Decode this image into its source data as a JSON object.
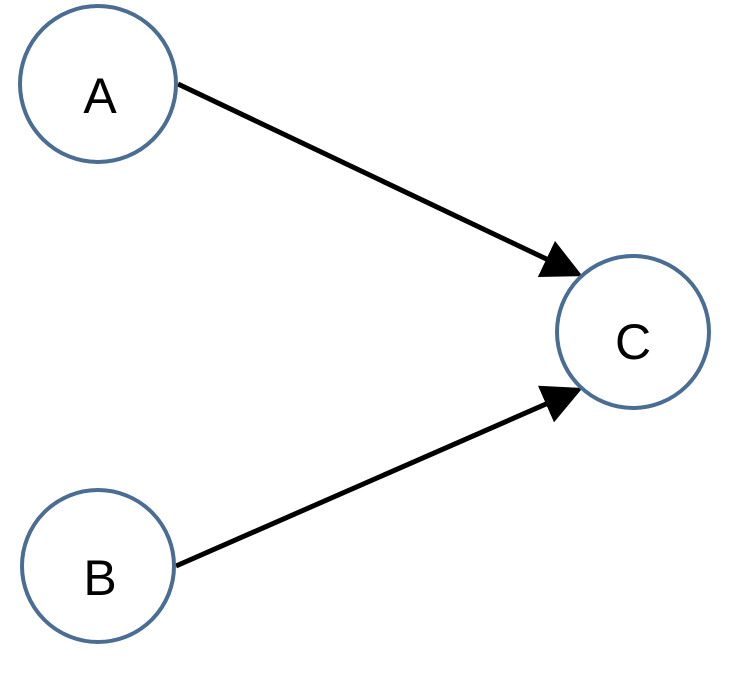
{
  "nodes": {
    "a": {
      "label": "A"
    },
    "b": {
      "label": "B"
    },
    "c": {
      "label": "C"
    }
  },
  "edges": [
    {
      "from": "A",
      "to": "C"
    },
    {
      "from": "B",
      "to": "C"
    }
  ],
  "colors": {
    "node_stroke": "#4a6d94",
    "edge": "#000000"
  }
}
